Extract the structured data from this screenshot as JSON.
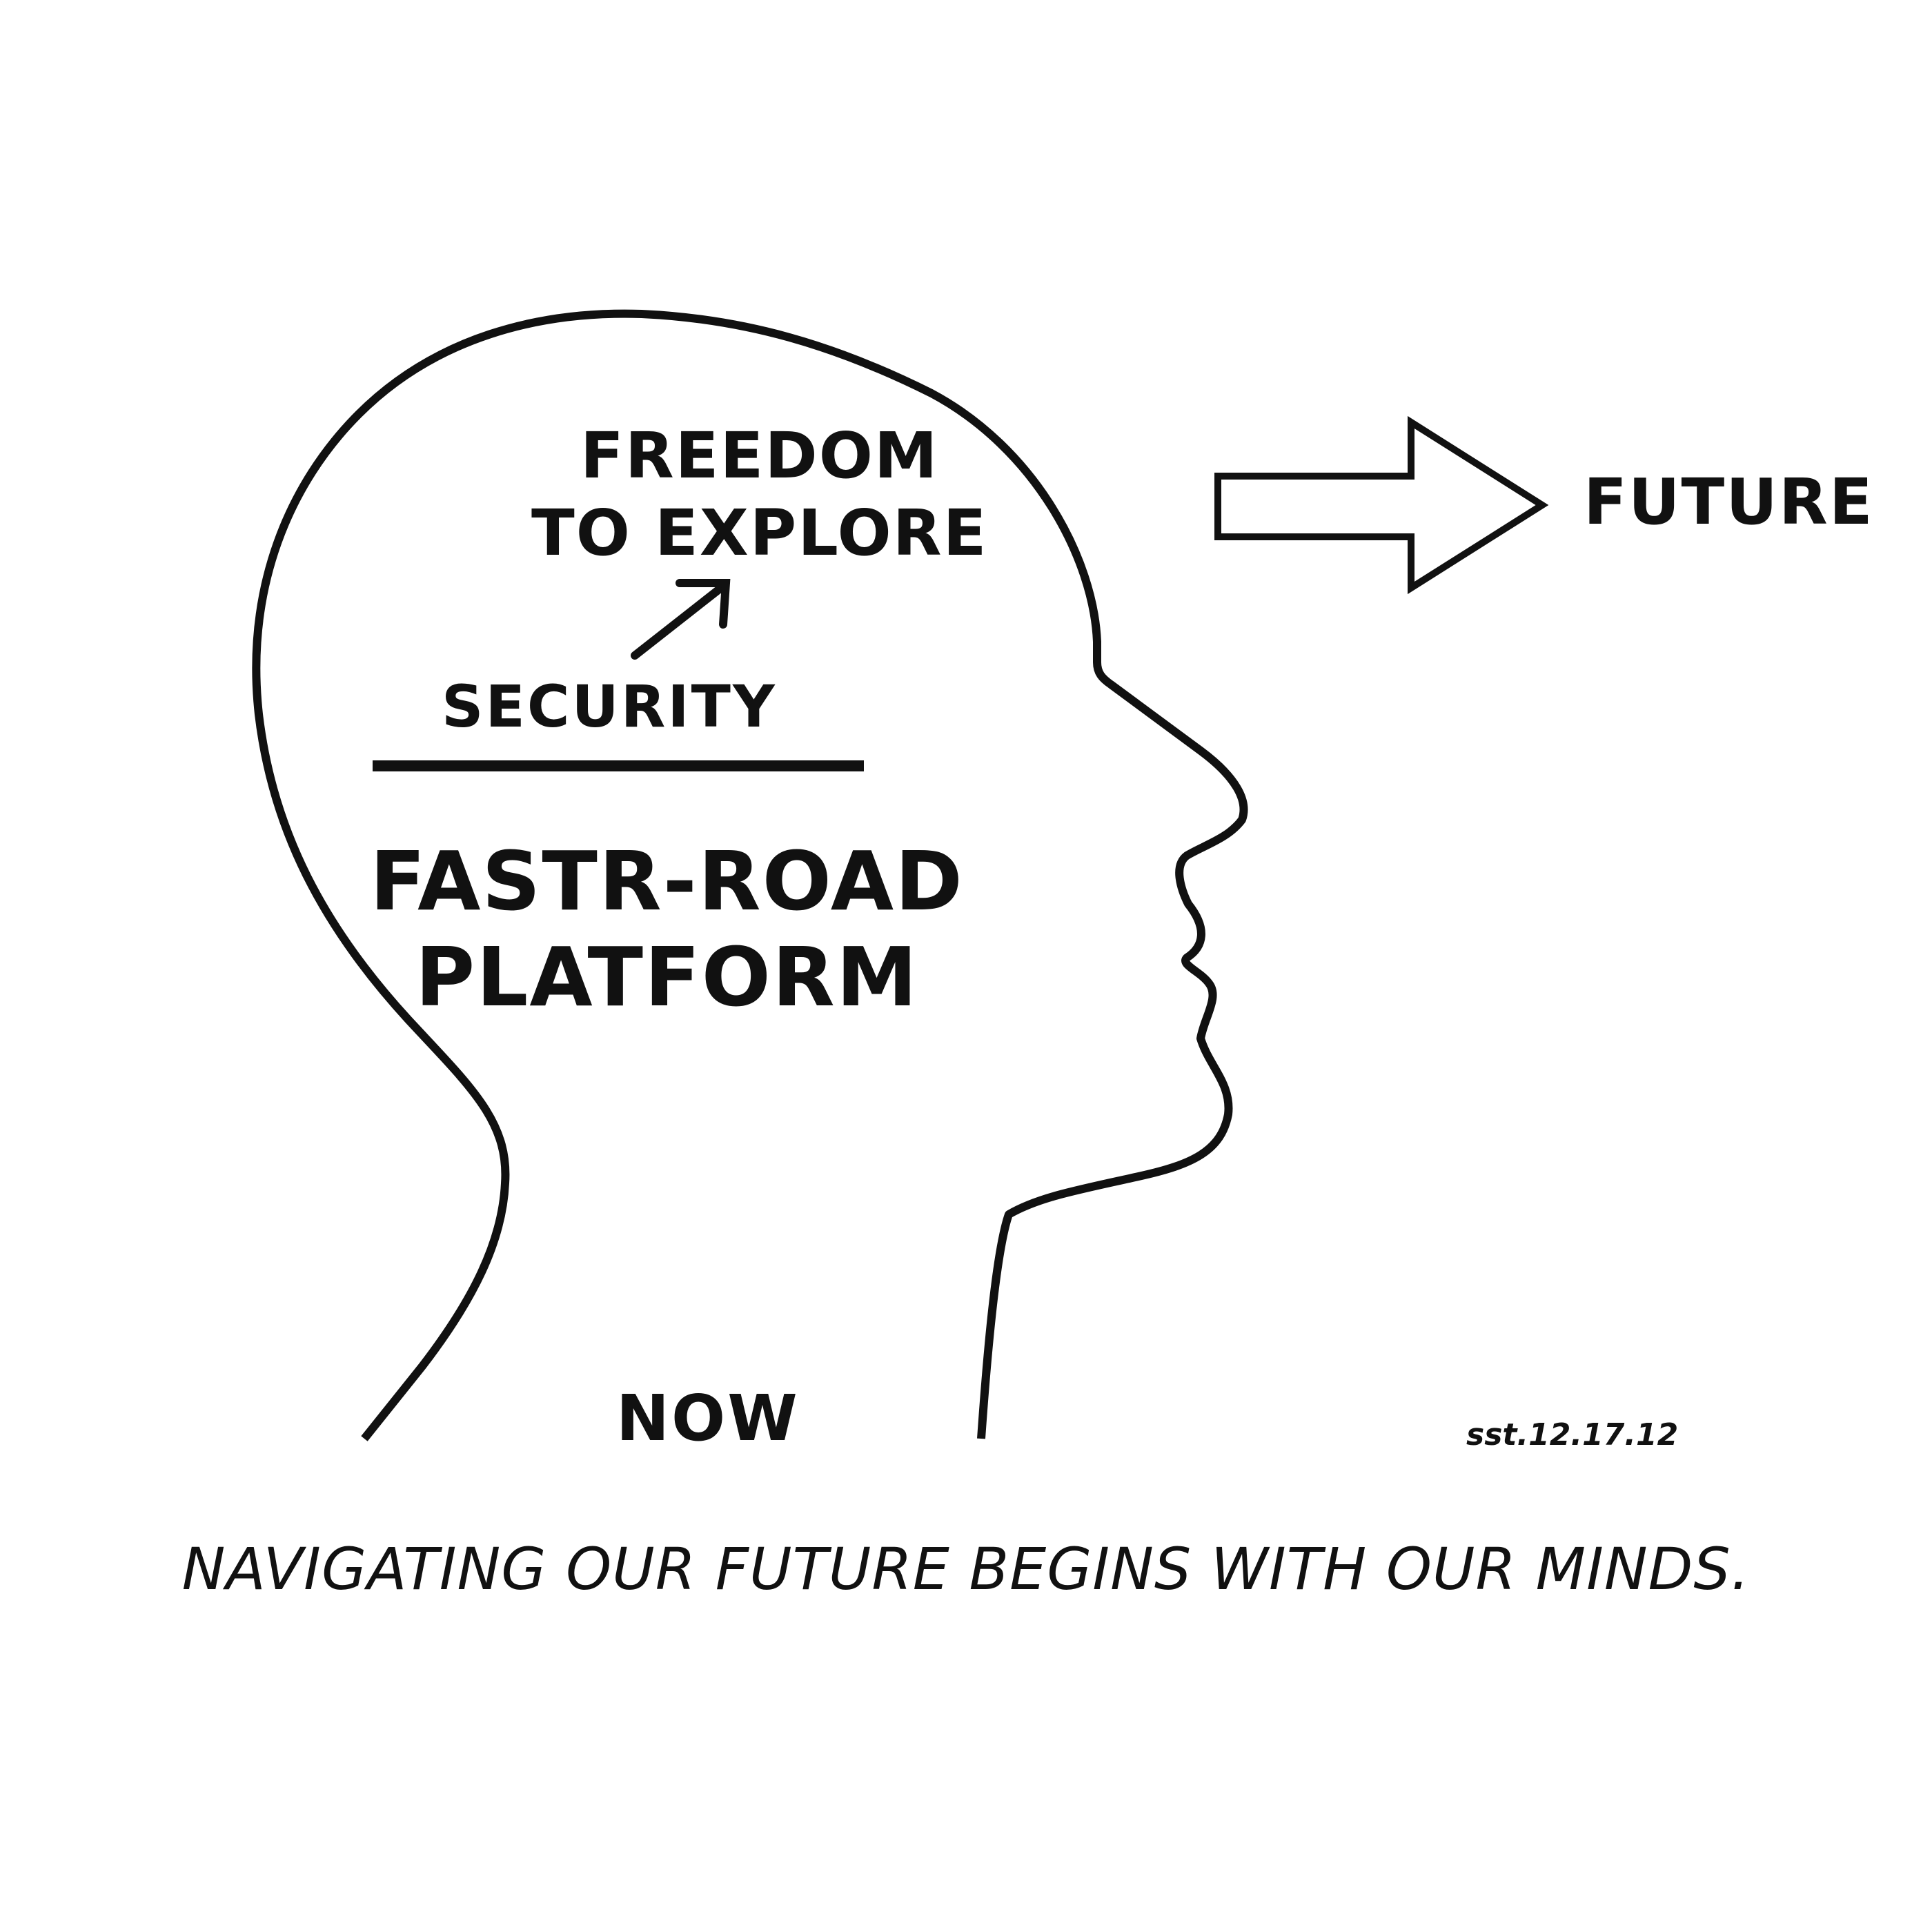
{
  "diagram": {
    "head_labels": {
      "freedom_line1": "FREEDOM",
      "freedom_line2": "TO EXPLORE",
      "security": "SECURITY",
      "platform_line1": "FASTR-ROAD",
      "platform_line2": "PLATFORM",
      "now": "NOW"
    },
    "future_label": "FUTURE",
    "date_stamp": "sst.12.17.12",
    "tagline": "NAVIGATING OUR FUTURE BEGINS WITH OUR MINDS."
  },
  "colors": {
    "ink": "#111111",
    "background": "#ffffff"
  },
  "icons": {
    "head": "head-silhouette-outline",
    "small_arrow": "arrow-up-right",
    "big_arrow": "hollow-arrow-right"
  }
}
